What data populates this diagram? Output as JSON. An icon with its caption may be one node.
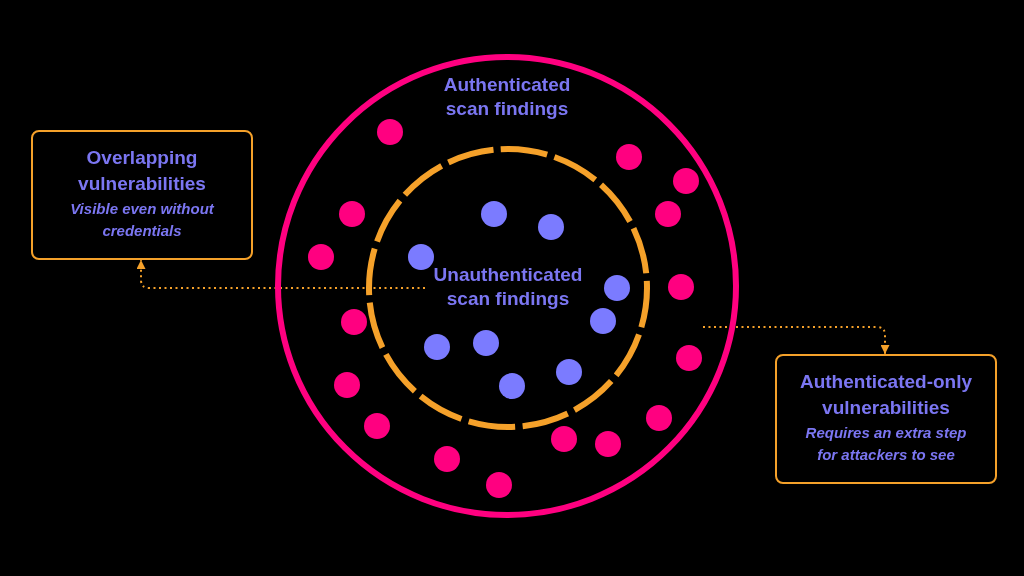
{
  "diagram": {
    "nodes": [
      {
        "text": [
          "Authenticated scan findings"
        ]
      },
      {
        "text": [
          "Unauthenticated scan findings"
        ],
        "in": 0
      },
      {
        "text": [
          "Overlapping vulnerabilities",
          "Visible even without credentials"
        ]
      },
      {
        "text": [
          "Authenticated-only vulnerabilities",
          "Requires an extra step for attackers to see"
        ]
      }
    ],
    "edges": [
      {
        "from": 1,
        "to": 2,
        "arrow": "to",
        "style": "dashed"
      },
      {
        "from": 0,
        "to": 3,
        "arrow": "to",
        "style": "dashed"
      }
    ]
  }
}
